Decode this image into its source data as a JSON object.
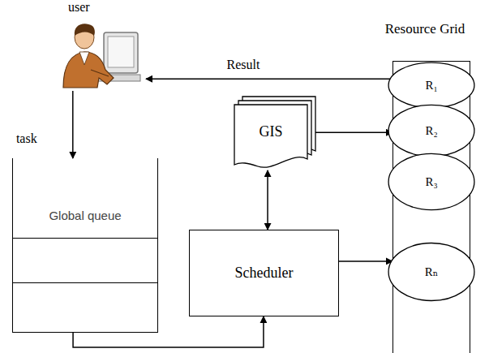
{
  "diagram": {
    "nodes": [
      {
        "text": [
          "user"
        ]
      },
      {
        "text": [
          "Global queue"
        ]
      },
      {
        "text": [
          "GIS"
        ]
      },
      {
        "text": [
          "Scheduler"
        ]
      },
      {
        "text": [
          "Resource Grid"
        ]
      },
      {
        "text": [
          "R₁"
        ],
        "in": 4
      },
      {
        "text": [
          "R₂"
        ],
        "in": 4
      },
      {
        "text": [
          "R₃"
        ],
        "in": 4
      },
      {
        "text": [
          "Rₙ"
        ],
        "in": 4
      }
    ],
    "edges": [
      {
        "from": 0,
        "to": 1,
        "arrow": "to",
        "label": "task"
      },
      {
        "from": 4,
        "to": 0,
        "arrow": "to",
        "label": "Result"
      },
      {
        "from": 2,
        "to": 4,
        "arrow": "both"
      },
      {
        "from": 2,
        "to": 3,
        "arrow": "both"
      },
      {
        "from": 3,
        "to": 4,
        "arrow": "to"
      },
      {
        "from": 1,
        "to": 3,
        "arrow": "to"
      }
    ]
  }
}
